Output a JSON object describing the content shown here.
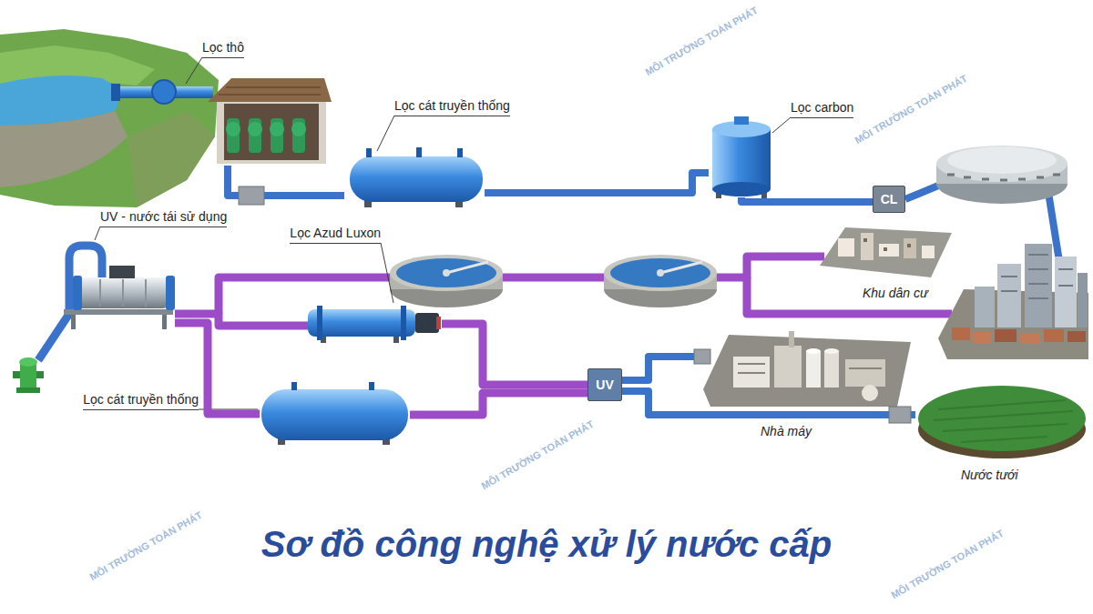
{
  "diagram": {
    "title": "Sơ đồ công nghệ xử lý nước cấp",
    "nodes": [
      {
        "text": [
          "Lọc thô"
        ]
      },
      {
        "text": [
          "Lọc cát truyền thống"
        ]
      },
      {
        "text": [
          "Lọc carbon"
        ]
      },
      {
        "text": [
          "CL"
        ]
      },
      {
        "text": [
          "Khu dân cư"
        ]
      },
      {
        "text": [
          "UV - nước tái sử dụng"
        ]
      },
      {
        "text": [
          "Lọc Azud Luxon"
        ]
      },
      {
        "text": [
          "Lọc cát truyền thống"
        ]
      },
      {
        "text": [
          "UV"
        ]
      },
      {
        "text": [
          "Nhà máy"
        ]
      },
      {
        "text": [
          "Nước tưới"
        ]
      }
    ],
    "edges": [
      {
        "from": 0,
        "to": 1,
        "arrow": "none"
      },
      {
        "from": 1,
        "to": 2,
        "arrow": "none"
      },
      {
        "from": 2,
        "to": 3,
        "arrow": "none"
      },
      {
        "from": 5,
        "to": 6,
        "arrow": "none"
      },
      {
        "from": 5,
        "to": 7,
        "arrow": "none"
      },
      {
        "from": 6,
        "to": 8,
        "arrow": "none"
      },
      {
        "from": 7,
        "to": 8,
        "arrow": "none"
      },
      {
        "from": 8,
        "to": 9,
        "arrow": "none"
      },
      {
        "from": 8,
        "to": 10,
        "arrow": "none"
      }
    ],
    "labels": [
      "MÔI TRƯỜNG TOÀN PHÁT",
      "MÔI TRƯỜNG TOÀN PHÁT",
      "MÔI TRƯỜNG TOÀN PHÁT",
      "MÔI TRƯỜNG TOÀN PHÁT",
      "MÔI TRƯỜNG TOÀN PHÁT"
    ]
  }
}
